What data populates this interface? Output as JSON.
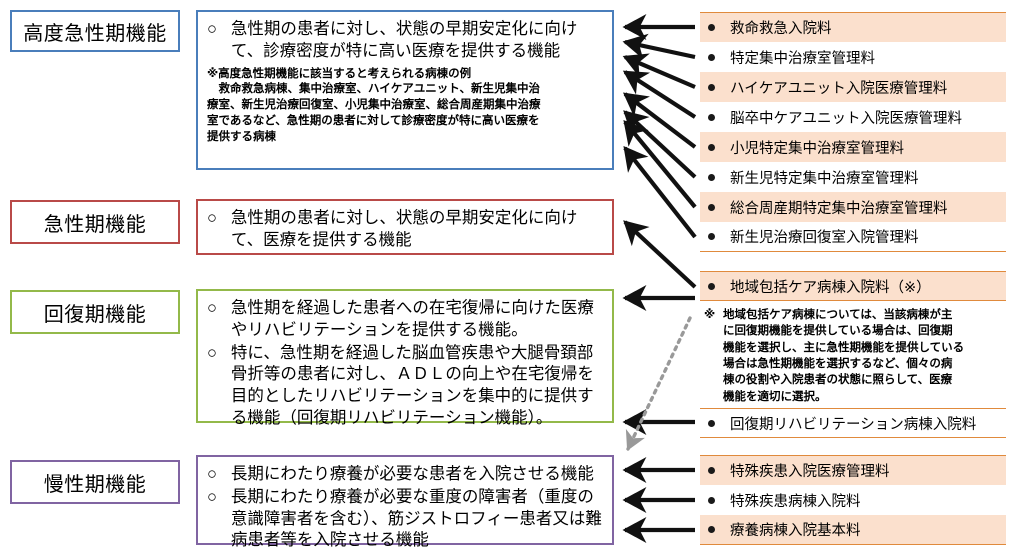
{
  "colors": {
    "blue": "#4a7ebb",
    "red": "#b94a48",
    "green": "#93b94a",
    "purple": "#8064a2",
    "row_shade": "#fbe0cd",
    "rule": "#e08a3c",
    "arrow": "#111111",
    "dotted_arrow": "#999999"
  },
  "categories": [
    {
      "id": "high-acute",
      "label": "高度急性期機能",
      "color": "blue"
    },
    {
      "id": "acute",
      "label": "急性期機能",
      "color": "red"
    },
    {
      "id": "recovery",
      "label": "回復期機能",
      "color": "green"
    },
    {
      "id": "chronic",
      "label": "慢性期機能",
      "color": "purple"
    }
  ],
  "descriptions": {
    "high_acute": {
      "bullets": [
        {
          "mark": "○",
          "text": "急性期の患者に対し、状態の早期安定化に向けて、診療密度が特に高い医療を提供する機能"
        }
      ],
      "note_lines": [
        "※高度急性期機能に該当すると考えられる病棟の例",
        "救命救急病棟、集中治療室、ハイケアユニット、新生児集中治",
        "療室、新生児治療回復室、小児集中治療室、総合周産期集中治療",
        "室であるなど、急性期の患者に対して診療密度が特に高い医療を",
        "提供する病棟"
      ]
    },
    "acute": {
      "bullets": [
        {
          "mark": "○",
          "text": "急性期の患者に対し、状態の早期安定化に向けて、医療を提供する機能"
        }
      ]
    },
    "recovery": {
      "bullets": [
        {
          "mark": "○",
          "text": "急性期を経過した患者への在宅復帰に向けた医療やリハビリテーションを提供する機能。"
        },
        {
          "mark": "○",
          "text": "特に、急性期を経過した脳血管疾患や大腿骨頚部骨折等の患者に対し、ＡＤＬの向上や在宅復帰を目的としたリハビリテーションを集中的に提供する機能（回復期リハビリテーション機能）。"
        }
      ]
    },
    "chronic": {
      "bullets": [
        {
          "mark": "○",
          "text": "長期にわたり療養が必要な患者を入院させる機能"
        },
        {
          "mark": "○",
          "text": "長期にわたり療養が必要な重度の障害者（重度の意識障害者を含む）、筋ジストロフィー患者又は難病患者等を入院させる機能"
        }
      ]
    }
  },
  "fee_groups": [
    {
      "id": "group-high-acute",
      "rows": [
        {
          "label": "救命救急入院料",
          "shaded": true
        },
        {
          "label": "特定集中治療室管理料",
          "shaded": false
        },
        {
          "label": "ハイケアユニット入院医療管理料",
          "shaded": true
        },
        {
          "label": "脳卒中ケアユニット入院医療管理料",
          "shaded": false
        },
        {
          "label": "小児特定集中治療室管理料",
          "shaded": true
        },
        {
          "label": "新生児特定集中治療室管理料",
          "shaded": false
        },
        {
          "label": "総合周産期特定集中治療室管理料",
          "shaded": true
        },
        {
          "label": "新生児治療回復室入院管理料",
          "shaded": false
        }
      ]
    },
    {
      "id": "group-community-care",
      "rows": [
        {
          "label": "地域包括ケア病棟入院料（※）",
          "shaded": true
        }
      ],
      "note": {
        "mark": "※",
        "lines": [
          "地域包括ケア病棟については、当該病棟が主",
          "に回復期機能を提供している場合は、回復期",
          "機能を選択し、主に急性期機能を提供している",
          "場合は急性期機能を選択するなど、個々の病",
          "棟の役割や入院患者の状態に照らして、医療",
          "機能を適切に選択。"
        ]
      }
    },
    {
      "id": "group-recovery",
      "rows": [
        {
          "label": "回復期リハビリテーション病棟入院料",
          "shaded": false
        }
      ]
    },
    {
      "id": "group-chronic",
      "rows": [
        {
          "label": "特殊疾患入院医療管理料",
          "shaded": true
        },
        {
          "label": "特殊疾患病棟入院料",
          "shaded": false
        },
        {
          "label": "療養病棟入院基本料",
          "shaded": true
        }
      ]
    }
  ]
}
